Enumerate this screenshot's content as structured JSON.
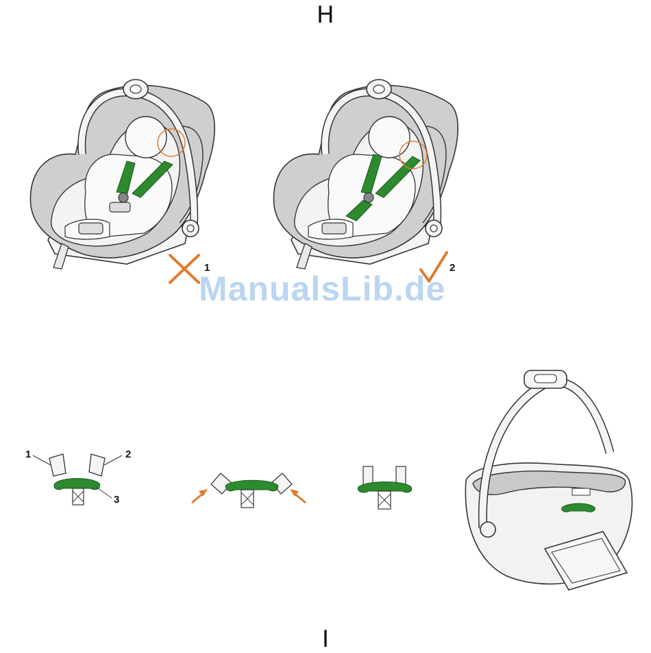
{
  "sections": {
    "upper": "H",
    "lower": "I"
  },
  "watermark": "ManualsLib.de",
  "callouts": {
    "wrong": "1",
    "correct": "2",
    "tongue_left": "1",
    "tongue_right": "2",
    "buckle": "3"
  },
  "colors": {
    "belt": "#2d8a2f",
    "accent": "#e07b2c",
    "shell": "#c9c9c9",
    "cushion": "#f2f2f2",
    "outline": "#333333"
  },
  "icons": [
    "wrong-cross-icon",
    "correct-check-icon",
    "push-arrow-icon"
  ]
}
